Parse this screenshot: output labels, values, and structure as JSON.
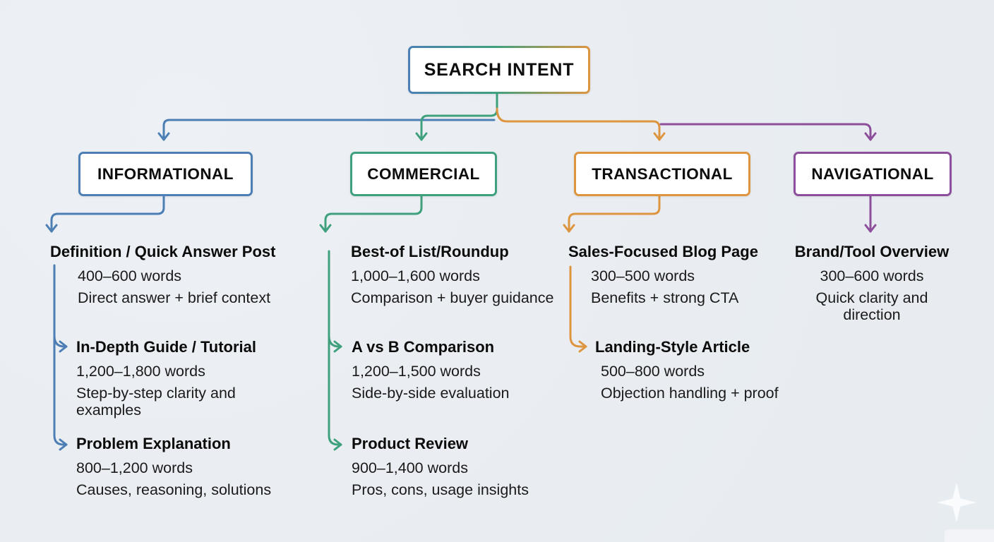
{
  "root": {
    "label": "SEARCH INTENT"
  },
  "branches": [
    {
      "id": "informational",
      "label": "INFORMATIONAL",
      "color": "#4d7fb4",
      "items": [
        {
          "heading": "Definition / Quick Answer Post",
          "words": "400–600 words",
          "desc": "Direct answer + brief context"
        },
        {
          "heading": "In-Depth Guide / Tutorial",
          "words": "1,200–1,800 words",
          "desc": "Step-by-step clarity and examples"
        },
        {
          "heading": "Problem Explanation",
          "words": "800–1,200 words",
          "desc": "Causes, reasoning, solutions"
        }
      ]
    },
    {
      "id": "commercial",
      "label": "COMMERCIAL",
      "color": "#3fa07d",
      "items": [
        {
          "heading": "Best-of List/Roundup",
          "words": "1,000–1,600 words",
          "desc": "Comparison + buyer guidance"
        },
        {
          "heading": "A vs B Comparison",
          "words": "1,200–1,500 words",
          "desc": "Side-by-side evaluation"
        },
        {
          "heading": "Product Review",
          "words": "900–1,400 words",
          "desc": "Pros, cons, usage insights"
        }
      ]
    },
    {
      "id": "transactional",
      "label": "TRANSACTIONAL",
      "color": "#de9540",
      "items": [
        {
          "heading": "Sales-Focused Blog Page",
          "words": "300–500 words",
          "desc": "Benefits + strong CTA"
        },
        {
          "heading": "Landing-Style Article",
          "words": "500–800 words",
          "desc": "Objection handling + proof"
        }
      ]
    },
    {
      "id": "navigational",
      "label": "NAVIGATIONAL",
      "color": "#8d4f9c",
      "items": [
        {
          "heading": "Brand/Tool Overview",
          "words": "300–600 words",
          "desc": "Quick clarity and direction"
        }
      ]
    }
  ],
  "colors": {
    "background": "#e9edf1",
    "node_fill": "#ffffff",
    "text": "#0b0b0b",
    "informational": "#4d7fb4",
    "commercial": "#3fa07d",
    "transactional": "#de9540",
    "navigational": "#8d4f9c"
  },
  "decor": {
    "sparkle": "four-point-star"
  }
}
